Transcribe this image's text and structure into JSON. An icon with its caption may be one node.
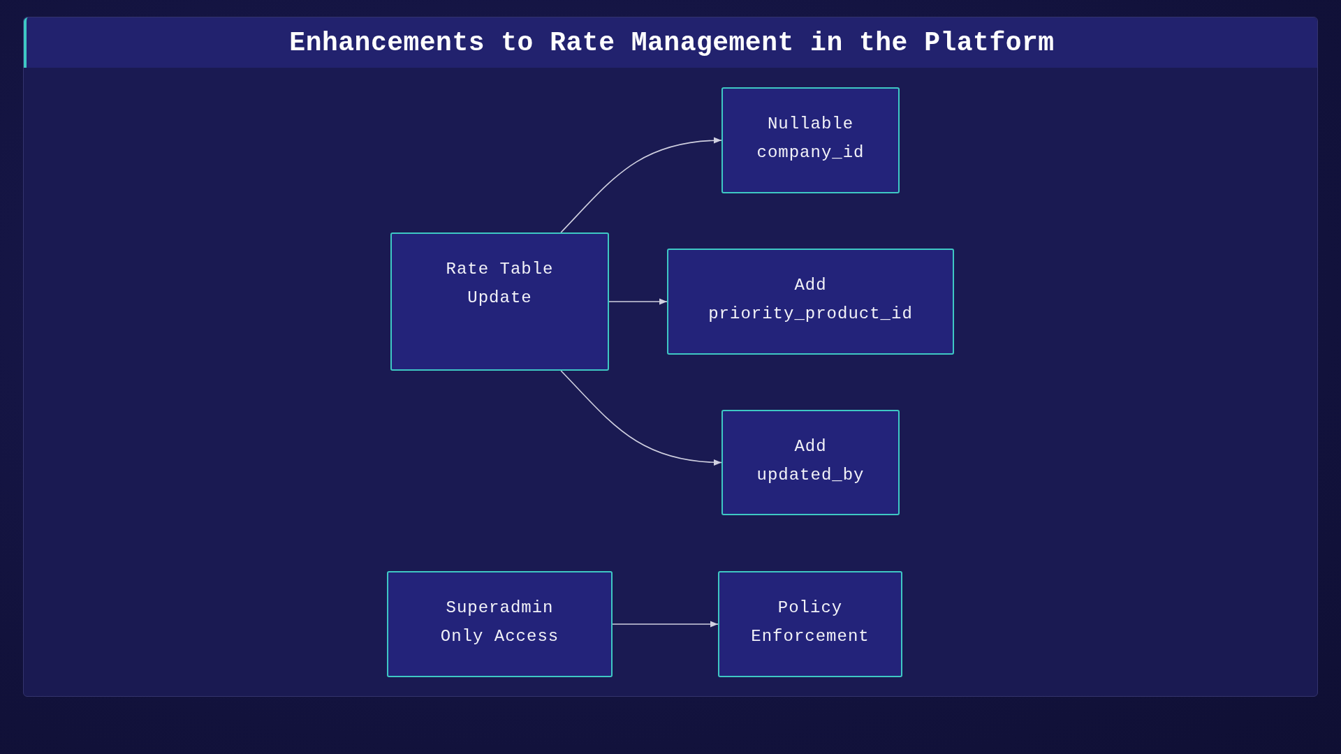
{
  "diagram": {
    "title": "Enhancements to Rate Management in the Platform",
    "nodes": [
      {
        "text": [
          "Rate Table Update"
        ]
      },
      {
        "text": [
          "Nullable company_id"
        ]
      },
      {
        "text": [
          "Add priority_product_id"
        ]
      },
      {
        "text": [
          "Add updated_by"
        ]
      },
      {
        "text": [
          "Superadmin Only Access"
        ]
      },
      {
        "text": [
          "Policy Enforcement"
        ]
      }
    ],
    "edges": [
      {
        "from": 0,
        "to": 1,
        "arrow": "to"
      },
      {
        "from": 0,
        "to": 2,
        "arrow": "to"
      },
      {
        "from": 0,
        "to": 3,
        "arrow": "to"
      },
      {
        "from": 4,
        "to": 5,
        "arrow": "to"
      }
    ]
  }
}
